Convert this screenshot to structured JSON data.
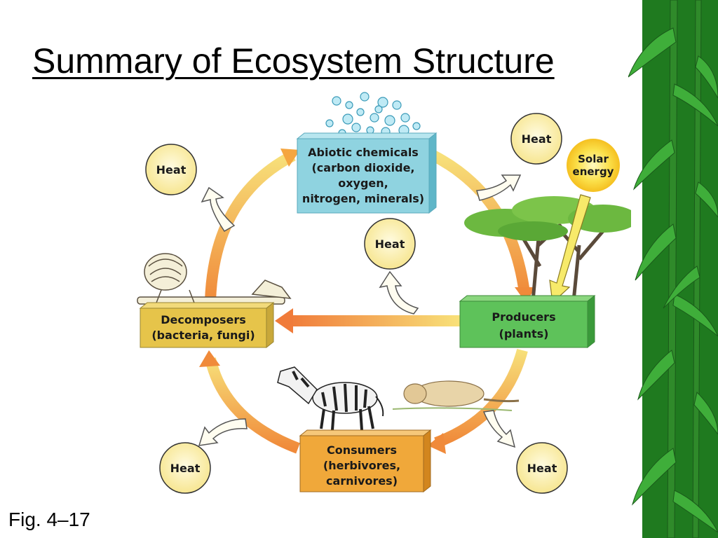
{
  "slide": {
    "title": "Summary of Ecosystem Structure",
    "caption": "Fig. 4–17"
  },
  "diagram": {
    "abiotic": {
      "lines": [
        "Abiotic chemicals",
        "(carbon dioxide,",
        "oxygen,",
        "nitrogen, minerals)"
      ]
    },
    "producers": {
      "lines": [
        "Producers",
        "(plants)"
      ]
    },
    "consumers": {
      "lines": [
        "Consumers",
        "(herbivores,",
        "carnivores)"
      ]
    },
    "decomposers": {
      "lines": [
        "Decomposers",
        "(bacteria, fungi)"
      ]
    },
    "solar": {
      "lines": [
        "Solar",
        "energy"
      ]
    },
    "heat_label": "Heat",
    "colors": {
      "abiotic_box": "#8fd3e0",
      "producers_box": "#5ec25a",
      "consumers_box": "#f0a83a",
      "decomposers_box": "#e6c44a",
      "heat_circle": "#fbf0a8",
      "cycle_arrow": "#f2a24a",
      "background_bamboo": "#2e8b2e"
    }
  }
}
